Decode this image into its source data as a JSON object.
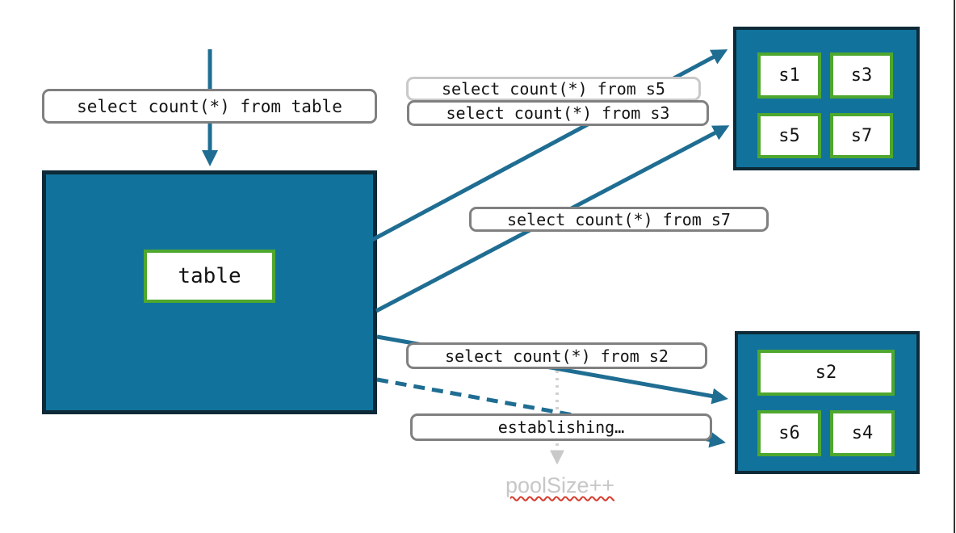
{
  "labels": {
    "query_table": "select count(*) from table",
    "query_s5": "select count(*) from s5",
    "query_s3": "select count(*) from s3",
    "query_s7": "select count(*) from s7",
    "query_s2": "select count(*) from s2",
    "establishing": "establishing…",
    "pool_size": "poolSize++"
  },
  "table_box": {
    "label": "table"
  },
  "shard_groups": {
    "top": [
      "s1",
      "s3",
      "s5",
      "s7"
    ],
    "bottom": [
      "s2",
      "s6",
      "s4"
    ]
  },
  "colors": {
    "box_fill_teal": "#11739C",
    "box_border_dark": "#0E2A38",
    "shard_border_green": "#4EA72E",
    "arrow_teal": "#1F6D92",
    "label_border_gray": "#808080",
    "label_border_light": "#C9C9C9",
    "dotted_gray": "#D2D2D2",
    "pool_text_gray": "#C7C7C7",
    "squiggle_red": "#D83B2D"
  }
}
